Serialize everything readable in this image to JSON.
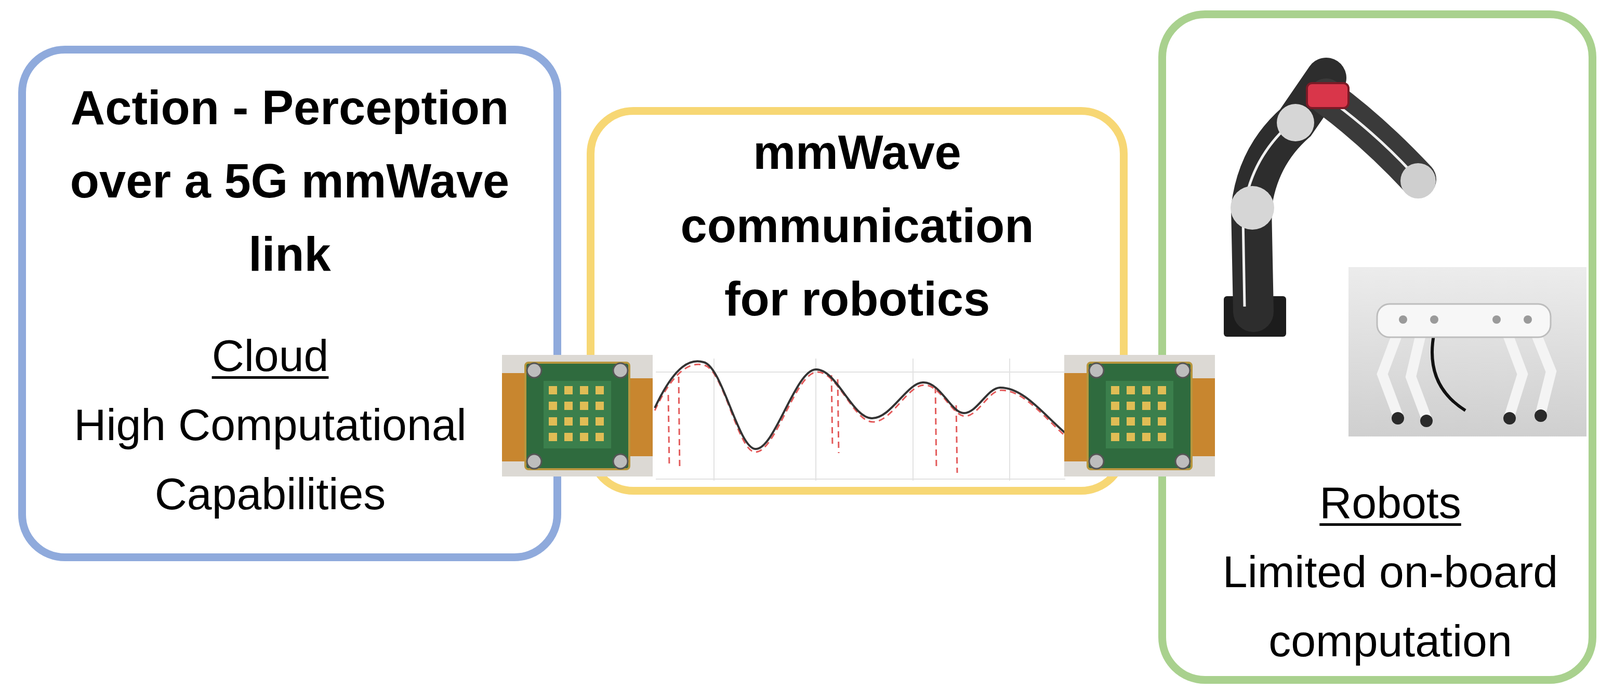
{
  "diagram": {
    "nodes": [
      {
        "text": [
          "Action - Perception over a 5G mmWave link",
          "Cloud",
          "High Computational Capabilities"
        ]
      },
      {
        "text": [
          "mmWave communication for robotics"
        ]
      },
      {
        "text": [
          "Robots",
          "Limited on-board computation"
        ]
      }
    ]
  }
}
